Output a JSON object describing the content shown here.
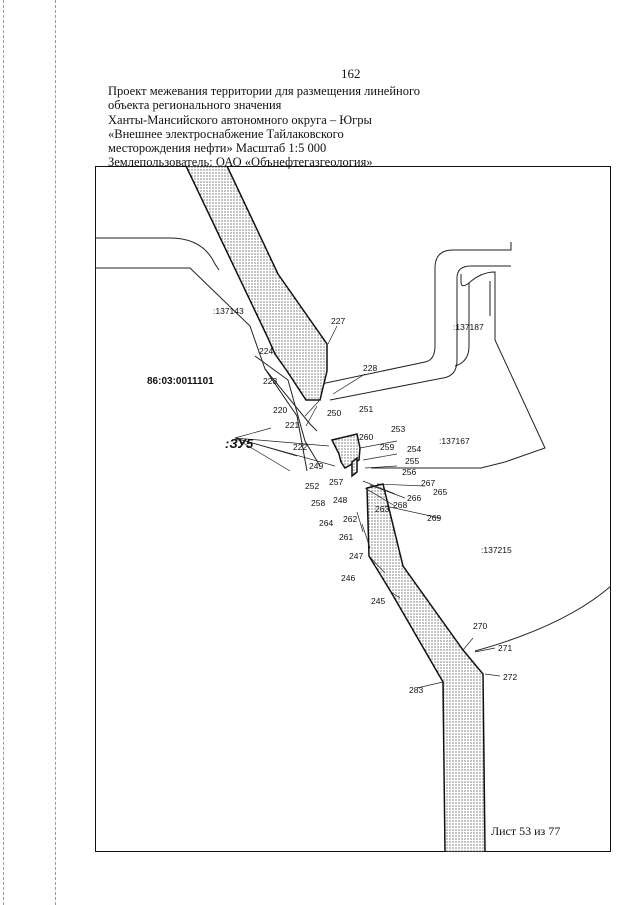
{
  "page_number": "162",
  "header": {
    "line1": "Проект межевания территории для размещения линейного",
    "line2": "объекта регионального значения",
    "line3": "Ханты-Мансийского автономного округа – Югры",
    "line4": "«Внешнее электроснабжение Тайлаковского",
    "line5": "месторождения нефти»       Масштаб 1:5 000",
    "line6": "Землепользователь: ОАО «Обънефтегазгеология»"
  },
  "map": {
    "cadastral_block": "86:03:0011101",
    "zone_label": ":ЗУ5",
    "parcels": [
      ":137143",
      ":137187",
      ":137167",
      ":137215"
    ],
    "points": [
      "227",
      "224",
      "223",
      "228",
      "220",
      "221",
      "250",
      "251",
      "253",
      "260",
      "259",
      "222",
      "254",
      "255",
      "249",
      "256",
      "267",
      "257",
      "252",
      "248",
      "265",
      "266",
      "258",
      "268",
      "262",
      "263",
      "269",
      "264",
      "261",
      "247",
      "246",
      "245",
      "270",
      "271",
      "272",
      "283"
    ]
  },
  "sheet_label": "Лист 53 из 77"
}
